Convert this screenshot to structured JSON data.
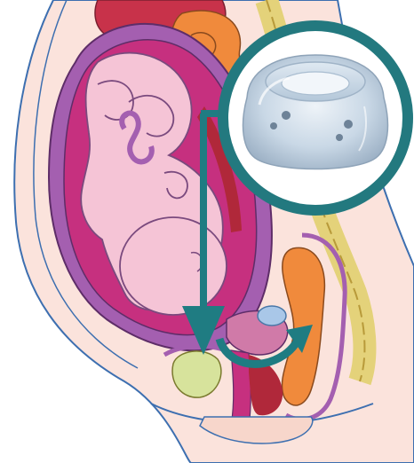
{
  "colors": {
    "background": "#ffffff",
    "body_skin": "#fbe3dc",
    "body_outline": "#3d6fb0",
    "uterus_wall": "#a45fb0",
    "fetus_skin": "#f5c4d6",
    "fetus_outline": "#7a4a7e",
    "placenta_red": "#b0283a",
    "spine_orange": "#e8782f",
    "intestine_orange": "#f08a3c",
    "bladder_cream": "#f0e6a8",
    "bladder_green": "#d7e39c",
    "pessary_blue": "#a9c7e8",
    "teal_arrow": "#1f7c82",
    "teal_circle": "#23797f",
    "pessary_ring": "#c5d7e6"
  },
  "illustration": {
    "subject": "sagittal-pregnancy-cross-section",
    "inset": "cervical-pessary-photo",
    "arrows": [
      "downward-arrow",
      "curved-arrow"
    ]
  }
}
